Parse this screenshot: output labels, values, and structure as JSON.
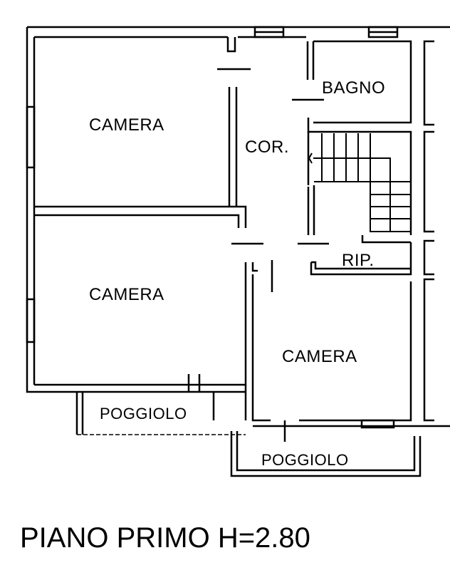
{
  "plan": {
    "title": "PIANO PRIMO H=2.80",
    "rooms": {
      "camera_top_left": "CAMERA",
      "camera_bottom_left": "CAMERA",
      "camera_bottom_right": "CAMERA",
      "bagno": "BAGNO",
      "corridor": "COR.",
      "ripostiglio": "RIP.",
      "poggiolo_left": "POGGIOLO",
      "poggiolo_bottom": "POGGIOLO"
    },
    "line_color": "#000000",
    "background": "#ffffff"
  }
}
